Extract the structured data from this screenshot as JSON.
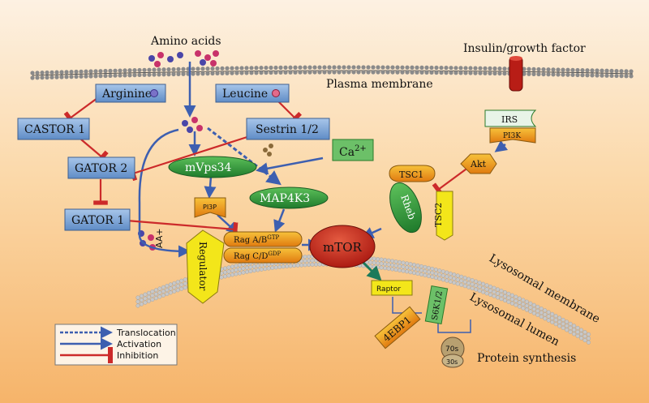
{
  "labels": {
    "amino_acids": "Amino acids",
    "insulin": "Insulin/growth factor",
    "plasma_membrane": "Plasma membrane",
    "lysosomal_membrane": "Lysosomal membrane",
    "lysosomal_lumen": "Lysosomal lumen",
    "protein_synthesis": "Protein synthesis",
    "aa_plus": "AA+"
  },
  "nodes": {
    "arginine": "Arginine",
    "leucine": "Leucine",
    "castor1": "CASTOR 1",
    "sestrin": "Sestrin 1/2",
    "gator2": "GATOR 2",
    "gator1": "GATOR 1",
    "mvps34": "mVps34",
    "map4k3": "MAP4K3",
    "ca": "Ca",
    "ca_sup": "2+",
    "pi3p": "PI3P",
    "rag_ab": "Rag A/B",
    "rag_ab_sup": "GTP",
    "rag_cd": "Rag C/D",
    "rag_cd_sup": "GDP",
    "regulator": "Regulator",
    "mtor": "mTOR",
    "raptor": "Raptor",
    "ebp1": "4EBP1",
    "s6k": "S6K1/2",
    "irs": "IRS",
    "pi3k": "PI3K",
    "akt": "Akt",
    "tsc1": "TSC1",
    "tsc2": "TSC2",
    "rheb": "Rheb",
    "ribo_70": "70s",
    "ribo_30": "30s"
  },
  "legend": {
    "translocation": "Translocation",
    "activation": "Activation",
    "inhibition": "Inhibition"
  },
  "colors": {
    "activation": "#3d5fb0",
    "inhibition": "#cc2a2a",
    "blue_box": "#7fa6d6",
    "green": "#2f9a3a",
    "orange": "#f0a020",
    "red_node": "#c8261c",
    "yellow": "#f3e61a"
  }
}
